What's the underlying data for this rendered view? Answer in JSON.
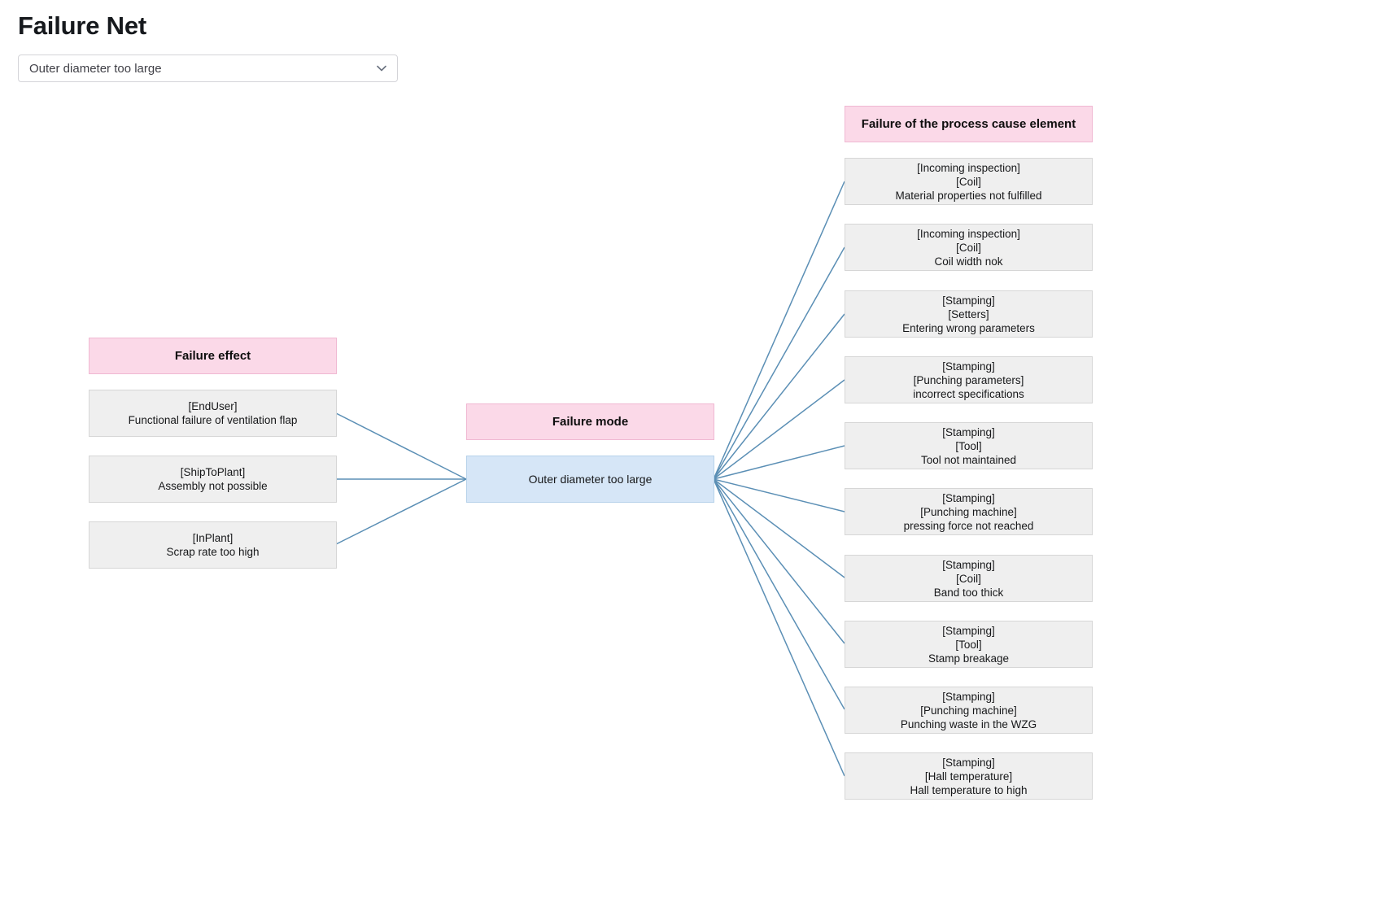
{
  "page": {
    "title": "Failure Net"
  },
  "selector": {
    "value": "Outer diameter too large",
    "placeholder": "Outer diameter too large",
    "chevron_icon": "chevron-down-icon"
  },
  "colors": {
    "header_fill": "#fbd9e8",
    "header_border": "#f0b8d2",
    "node_fill": "#efefef",
    "node_border": "#d6d6d6",
    "mode_fill": "#d6e6f7",
    "mode_border": "#b7d2ea",
    "edge": "#5b8fb5",
    "title_text": "#16191d"
  },
  "columns": {
    "effects": {
      "header": "Failure effect",
      "nodes": [
        {
          "tag": "[EndUser]",
          "text": "Functional failure of ventilation flap"
        },
        {
          "tag": "[ShipToPlant]",
          "text": "Assembly not possible"
        },
        {
          "tag": "[InPlant]",
          "text": "Scrap rate too high"
        }
      ]
    },
    "mode": {
      "header": "Failure mode",
      "nodes": [
        {
          "text": "Outer diameter too large"
        }
      ]
    },
    "causes": {
      "header": "Failure of the process cause element",
      "nodes": [
        {
          "process": "[Incoming inspection]",
          "element": "[Coil]",
          "text": "Material properties not fulfilled"
        },
        {
          "process": "[Incoming inspection]",
          "element": "[Coil]",
          "text": "Coil width nok"
        },
        {
          "process": "[Stamping]",
          "element": "[Setters]",
          "text": "Entering wrong parameters"
        },
        {
          "process": "[Stamping]",
          "element": "[Punching parameters]",
          "text": "incorrect specifications"
        },
        {
          "process": "[Stamping]",
          "element": "[Tool]",
          "text": "Tool not maintained"
        },
        {
          "process": "[Stamping]",
          "element": "[Punching machine]",
          "text": "pressing force not reached"
        },
        {
          "process": "[Stamping]",
          "element": "[Coil]",
          "text": "Band too thick"
        },
        {
          "process": "[Stamping]",
          "element": "[Tool]",
          "text": "Stamp breakage"
        },
        {
          "process": "[Stamping]",
          "element": "[Punching machine]",
          "text": "Punching waste in the WZG"
        },
        {
          "process": "[Stamping]",
          "element": "[Hall temperature]",
          "text": "Hall temperature to high"
        }
      ]
    }
  }
}
